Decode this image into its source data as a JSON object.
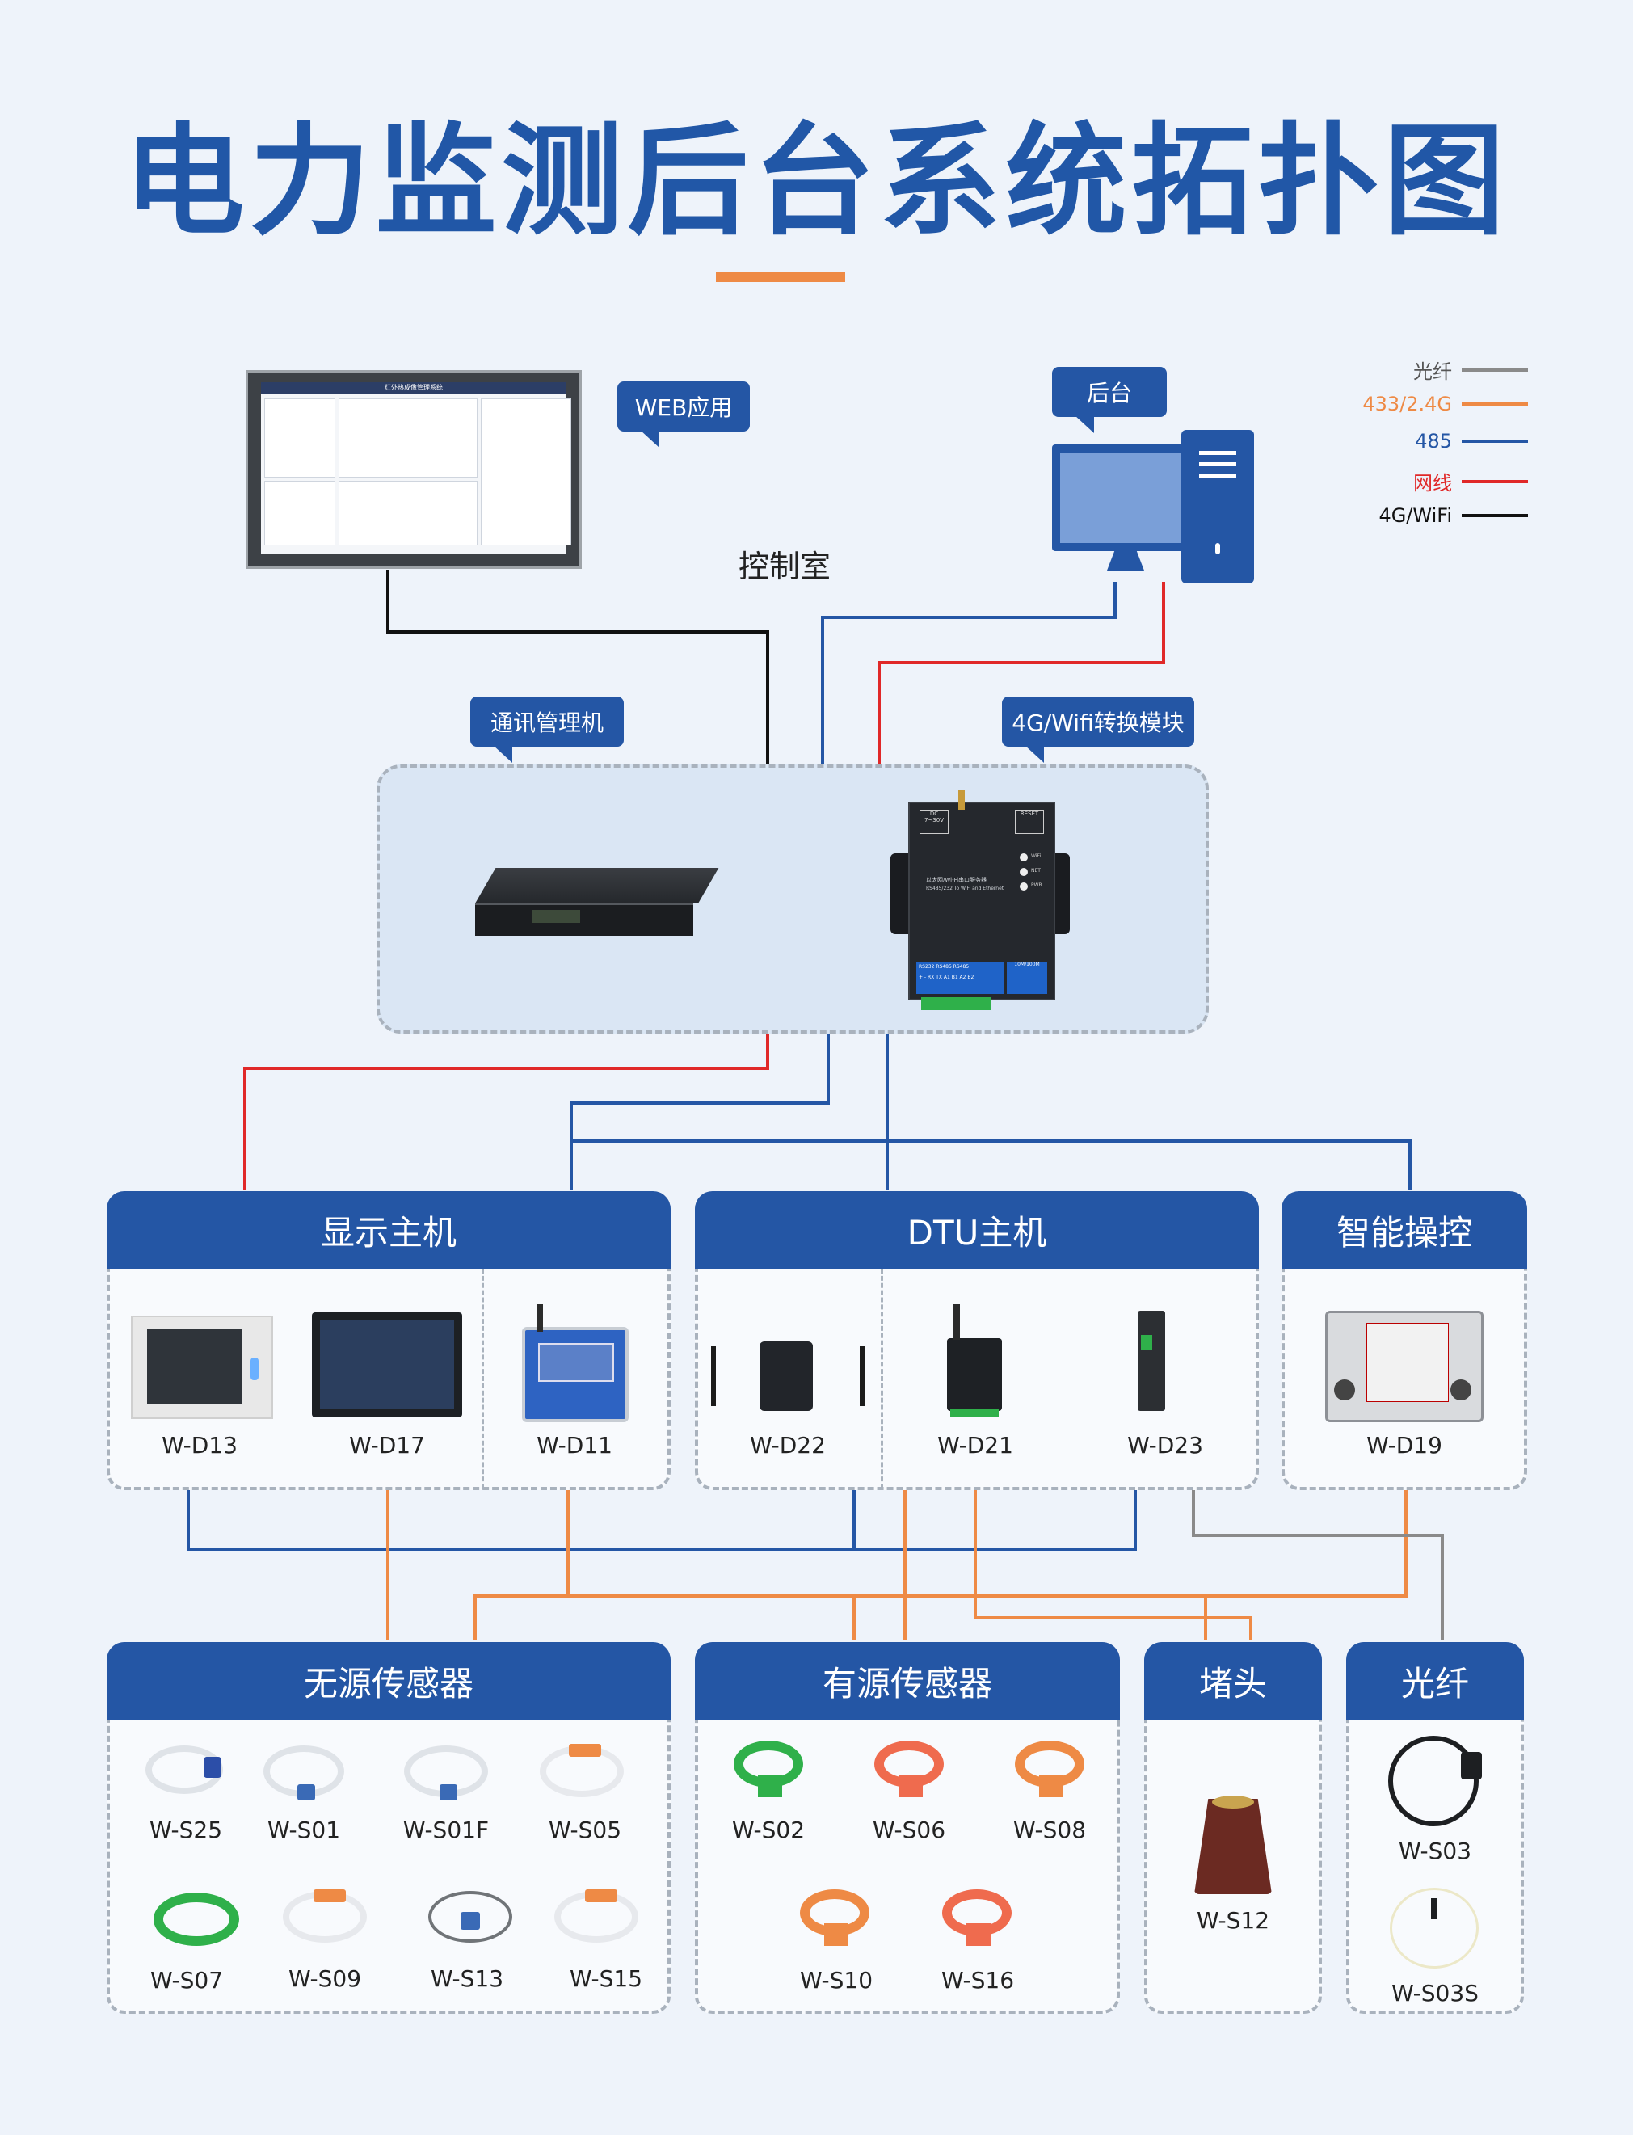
{
  "title": "电力监测后台系统拓扑图",
  "control_room": "控制室",
  "tags": {
    "web_app": "WEB应用",
    "backend": "后台",
    "comm_manager": "通讯管理机",
    "wifi_module": "4G/Wifi转换模块"
  },
  "legend": [
    {
      "label": "光纤",
      "color": "#8a8a8a"
    },
    {
      "label": "433/2.4G",
      "color": "#ee8a45"
    },
    {
      "label": "485",
      "color": "#2456a5"
    },
    {
      "label": "网线",
      "color": "#e02828"
    },
    {
      "label": "4G/WiFi",
      "color": "#111111"
    }
  ],
  "monitor_screen": {
    "title": "红外热成像管理系统"
  },
  "wifi_device": {
    "power": "DC 7~30V",
    "model": "以太网/Wi-Fi串口服务器",
    "model_en": "RS485/232 To WiFi and Ethernet",
    "ports": "RS232 RS485 RS485",
    "pins": "+ - RX TX A1 B1 A2 B2",
    "eth": "10M/100M",
    "leds": [
      "WiFi",
      "NET",
      "PWR"
    ],
    "reset": "RESET"
  },
  "panels": {
    "display_host": {
      "header": "显示主机",
      "devices": [
        "W-D13",
        "W-D17",
        "W-D11"
      ]
    },
    "dtu_host": {
      "header": "DTU主机",
      "devices": [
        "W-D22",
        "W-D21",
        "W-D23"
      ]
    },
    "smart_ctrl": {
      "header": "智能操控",
      "devices": [
        "W-D19"
      ]
    },
    "passive": {
      "header": "无源传感器",
      "devices": [
        "W-S25",
        "W-S01",
        "W-S01F",
        "W-S05",
        "W-S07",
        "W-S09",
        "W-S13",
        "W-S15"
      ]
    },
    "active": {
      "header": "有源传感器",
      "devices": [
        "W-S02",
        "W-S06",
        "W-S08",
        "W-S10",
        "W-S16"
      ]
    },
    "plug": {
      "header": "堵头",
      "devices": [
        "W-S12"
      ]
    },
    "fiber": {
      "header": "光纤",
      "devices": [
        "W-S03",
        "W-S03S"
      ]
    }
  },
  "colors": {
    "accent": "#2456a5",
    "title": "#2157a7",
    "orange": "#ee8a45",
    "red": "#e02828",
    "grey": "#8a8a8a"
  }
}
